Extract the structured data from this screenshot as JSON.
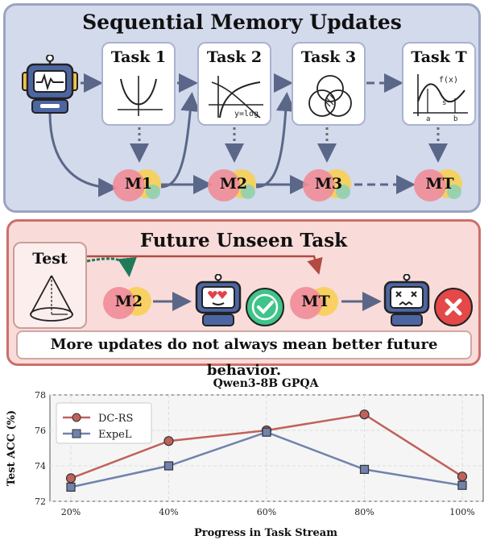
{
  "top": {
    "title": "Sequential Memory Updates"
  },
  "tasks": [
    {
      "label": "Task 1"
    },
    {
      "label": "Task 2"
    },
    {
      "label": "Task 3"
    },
    {
      "label": "Task T"
    }
  ],
  "memories": [
    "M1",
    "M2",
    "M3",
    "MT"
  ],
  "icon_texts": {
    "fx": "f(x)",
    "log": "y=log",
    "a": "a",
    "b": "b",
    "s": "s"
  },
  "bottom": {
    "title": "Future Unseen Task",
    "test_label": "Test",
    "mem_success": "M2",
    "mem_fail": "MT",
    "message": "More updates do not always mean better future behavior."
  },
  "chart_data": {
    "type": "line",
    "title": "Qwen3-8B GPQA",
    "xlabel": "Progress in Task Stream",
    "ylabel": "Test ACC (%)",
    "categories": [
      "20%",
      "40%",
      "60%",
      "80%",
      "100%"
    ],
    "ylim": [
      72,
      78
    ],
    "yticks": [
      72,
      74,
      76,
      78
    ],
    "grid": true,
    "legend_position": "top-left",
    "series": [
      {
        "name": "DC-RS",
        "values": [
          73.3,
          75.4,
          76.0,
          76.9,
          73.4
        ],
        "color": "#c0625a",
        "marker": "circle"
      },
      {
        "name": "ExpeL",
        "values": [
          72.8,
          74.0,
          75.9,
          73.8,
          72.9
        ],
        "color": "#7082ad",
        "marker": "square"
      }
    ]
  }
}
